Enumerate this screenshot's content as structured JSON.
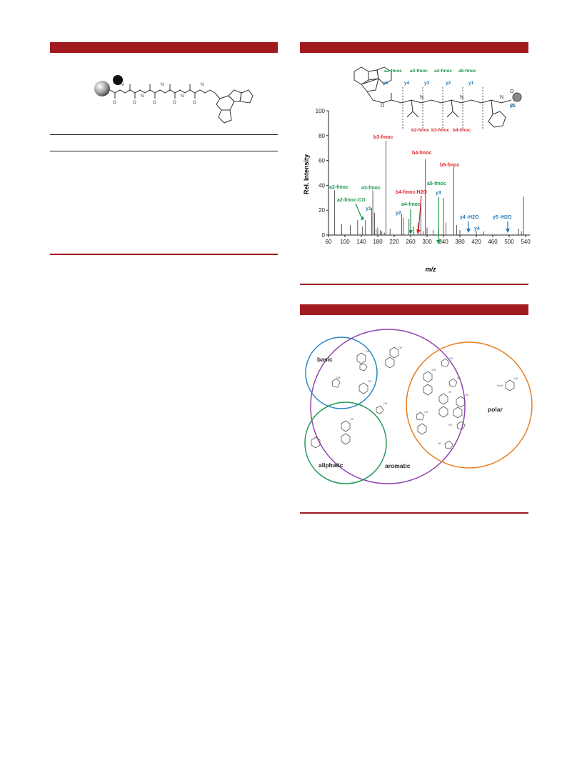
{
  "colors": {
    "accent": "#a11a1f",
    "green": "#1a9850",
    "red": "#e0262b",
    "blue": "#1f78b4",
    "venn_basic": "#2e86c1",
    "venn_aromatic": "#8e44ad",
    "venn_polar": "#e67e22",
    "venn_aliphatic": "#239b56"
  },
  "spectrum": {
    "x_label": "m/z",
    "y_label": "Rel. Intensity",
    "x_ticks": [
      "60",
      "100",
      "140",
      "180",
      "220",
      "260",
      "300",
      "340",
      "380",
      "420",
      "460",
      "500",
      "540"
    ],
    "y_ticks": [
      "0",
      "20",
      "40",
      "60",
      "80",
      "100"
    ],
    "annotations": {
      "a2_fmoc": "a2-fmoc",
      "a2_fmoc_co": "a2-fmoc-CO",
      "a3_fmoc": "a3-fmoc",
      "y1": "y1",
      "b3_fmoc": "b3-fmoc",
      "y2": "y2",
      "a4_fmoc": "a4-fmoc",
      "b4_fmoc_h2o": "b4-fmoc-H2O",
      "b4_fmoc": "b4-fmoc",
      "a5_fmoc": "a5-fmoc",
      "y3": "y3",
      "b5_fmoc": "b5-fmoc",
      "y4_h2o": "y4 -H2O",
      "y4": "y4",
      "y5_h2o": "y5 -H2O",
      "y5": "y5"
    },
    "structure_labels": {
      "top": [
        "a2-fmoc",
        "a3-fmoc",
        "a4-fmoc",
        "a5-fmoc"
      ],
      "y_row": [
        "y5",
        "y4",
        "y3",
        "y2",
        "y1"
      ],
      "bottom": [
        "b2-fmoc",
        "b3-fmoc",
        "b4-fmoc"
      ]
    }
  },
  "chart_data": {
    "type": "bar",
    "xlabel": "m/z",
    "ylabel": "Rel. Intensity",
    "xlim": [
      60,
      545
    ],
    "ylim": [
      0,
      100
    ],
    "x": [
      75,
      92,
      113,
      131,
      143,
      150,
      165,
      168,
      172,
      176,
      180,
      186,
      190,
      196,
      200,
      210,
      238,
      242,
      256,
      268,
      278,
      285,
      291,
      296,
      300,
      315,
      327,
      340,
      346,
      365,
      372,
      380,
      420,
      438,
      523,
      530,
      535
    ],
    "values": [
      36,
      9,
      8,
      12,
      7,
      12,
      22,
      36,
      18,
      5,
      6,
      4,
      3,
      2,
      76,
      5,
      17,
      14,
      13,
      7,
      10,
      28,
      3,
      61,
      6,
      4,
      3,
      30,
      10,
      55,
      8,
      4,
      3,
      3,
      5,
      3,
      31
    ]
  },
  "venn": {
    "basic": "basic",
    "aromatic": "aromatic",
    "polar": "polar",
    "aliphatic": "aliphatic"
  }
}
